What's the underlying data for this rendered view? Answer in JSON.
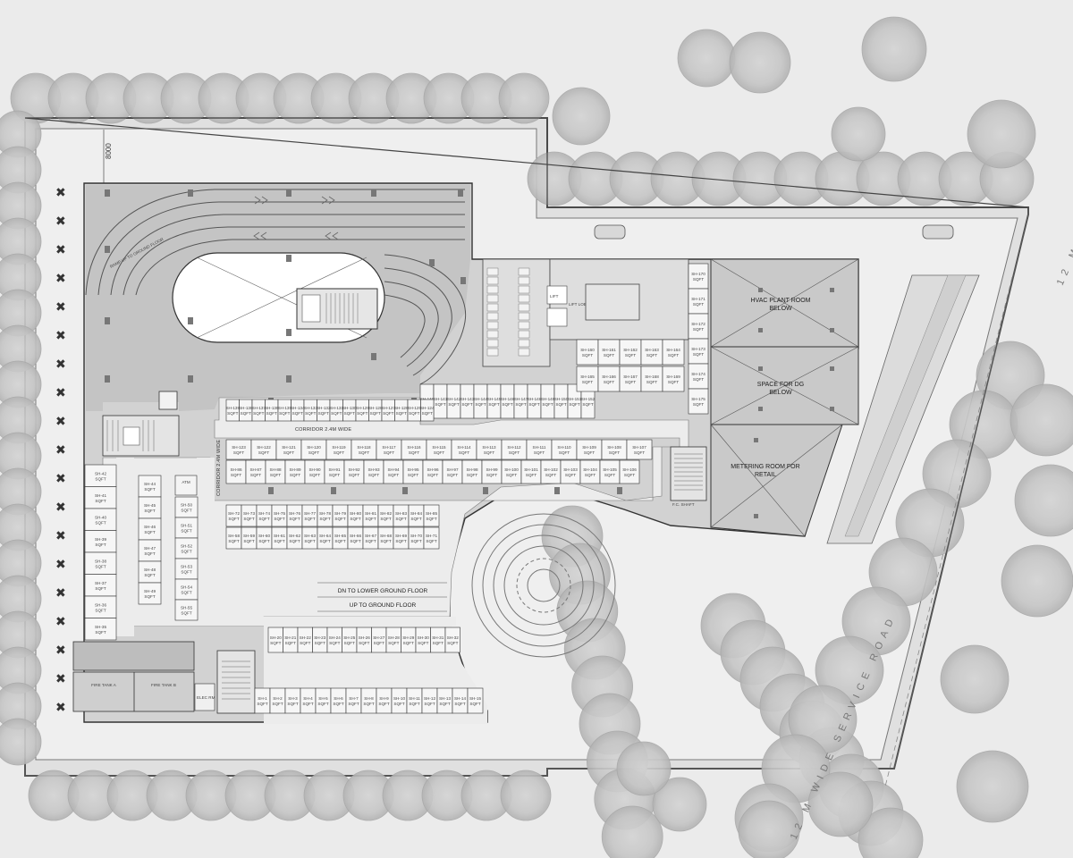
{
  "dimension_label": "8000",
  "rooms": {
    "hvac": [
      "HVAC PLANT ROOM",
      "BELOW"
    ],
    "dg": [
      "SPACE FOR DG",
      "BELOW"
    ],
    "metering": [
      "METERING ROOM FOR",
      "RETAIL"
    ],
    "atm": "ATM",
    "fire_a": "FIRE TANK A",
    "fire_b": "FIRE TANK B",
    "elec": "ELEC RM",
    "fire_cs": "F.C. SHAFT",
    "lift": "LIFT",
    "lift_lobby": "LIFT LOBBY"
  },
  "corridors": {
    "upper": "CORRIDOR 2.4M WIDE",
    "vertical": "CORRIDOR 2.4M WIDE"
  },
  "ramp": {
    "down": "DN TO LOWER GROUND FLOOR",
    "up": "UP TO GROUND FLOOR",
    "ramp_note": "RAMP UP TO GROUND FLOOR"
  },
  "road_label": "12 M WIDE SERVICE ROAD",
  "road_label_upper": "12 M",
  "shop_rows": {
    "rowA": [
      "SH-140",
      "SH-141",
      "SH-142",
      "SH-143",
      "SH-144",
      "SH-145",
      "SH-146",
      "SH-147",
      "SH-148",
      "SH-149",
      "SH-150",
      "SH-151",
      "SH-152"
    ],
    "rowB": [
      "SH-139",
      "SH-138",
      "SH-137",
      "SH-136",
      "SH-135",
      "SH-134",
      "SH-133",
      "SH-132",
      "SH-131",
      "SH-130",
      "SH-129",
      "SH-128",
      "SH-127",
      "SH-126",
      "SH-125",
      "SH-124"
    ],
    "rowC": [
      "SH-123",
      "SH-122",
      "SH-121",
      "SH-120",
      "SH-119",
      "SH-118",
      "SH-117",
      "SH-116",
      "SH-115",
      "SH-114",
      "SH-113",
      "SH-112",
      "SH-111",
      "SH-110",
      "SH-109",
      "SH-108",
      "SH-107"
    ],
    "rowD": [
      "SH-86",
      "SH-87",
      "SH-88",
      "SH-89",
      "SH-90",
      "SH-91",
      "SH-92",
      "SH-93",
      "SH-94",
      "SH-95",
      "SH-96",
      "SH-97",
      "SH-98",
      "SH-99",
      "SH-100",
      "SH-101",
      "SH-102",
      "SH-103",
      "SH-104",
      "SH-105",
      "SH-106"
    ],
    "rowE": [
      "SH-72",
      "SH-73",
      "SH-74",
      "SH-75",
      "SH-76",
      "SH-77",
      "SH-78",
      "SH-79",
      "SH-80",
      "SH-81",
      "SH-82",
      "SH-83",
      "SH-84",
      "SH-85"
    ],
    "rowF": [
      "SH-58",
      "SH-59",
      "SH-60",
      "SH-61",
      "SH-62",
      "SH-63",
      "SH-64",
      "SH-65",
      "SH-66",
      "SH-67",
      "SH-68",
      "SH-69",
      "SH-70",
      "SH-71"
    ],
    "rowG": [
      "SH-20",
      "SH-21",
      "SH-22",
      "SH-23",
      "SH-24",
      "SH-25",
      "SH-26",
      "SH-27",
      "SH-28",
      "SH-29",
      "SH-30",
      "SH-31",
      "SH-32"
    ],
    "rowH": [
      "SH-1",
      "SH-2",
      "SH-3",
      "SH-4",
      "SH-5",
      "SH-6",
      "SH-7",
      "SH-8",
      "SH-9",
      "SH-10",
      "SH-11",
      "SH-12",
      "SH-13",
      "SH-14",
      "SH-15"
    ],
    "west": [
      "SH-42",
      "SH-41",
      "SH-40",
      "SH-39",
      "SH-38",
      "SH-37",
      "SH-36",
      "SH-35"
    ],
    "block": [
      "SH-44",
      "SH-45",
      "SH-46",
      "SH-47",
      "SH-48",
      "SH-49",
      "SH-50",
      "SH-51",
      "SH-52",
      "SH-53",
      "SH-54",
      "SH-55"
    ],
    "east": [
      "SH-160",
      "SH-161",
      "SH-162",
      "SH-163",
      "SH-164",
      "SH-165",
      "SH-166",
      "SH-167",
      "SH-168",
      "SH-169"
    ],
    "east_col": [
      "SH-170",
      "SH-171",
      "SH-172",
      "SH-173",
      "SH-174",
      "SH-175"
    ]
  },
  "shop_area_unit": "SQFT"
}
